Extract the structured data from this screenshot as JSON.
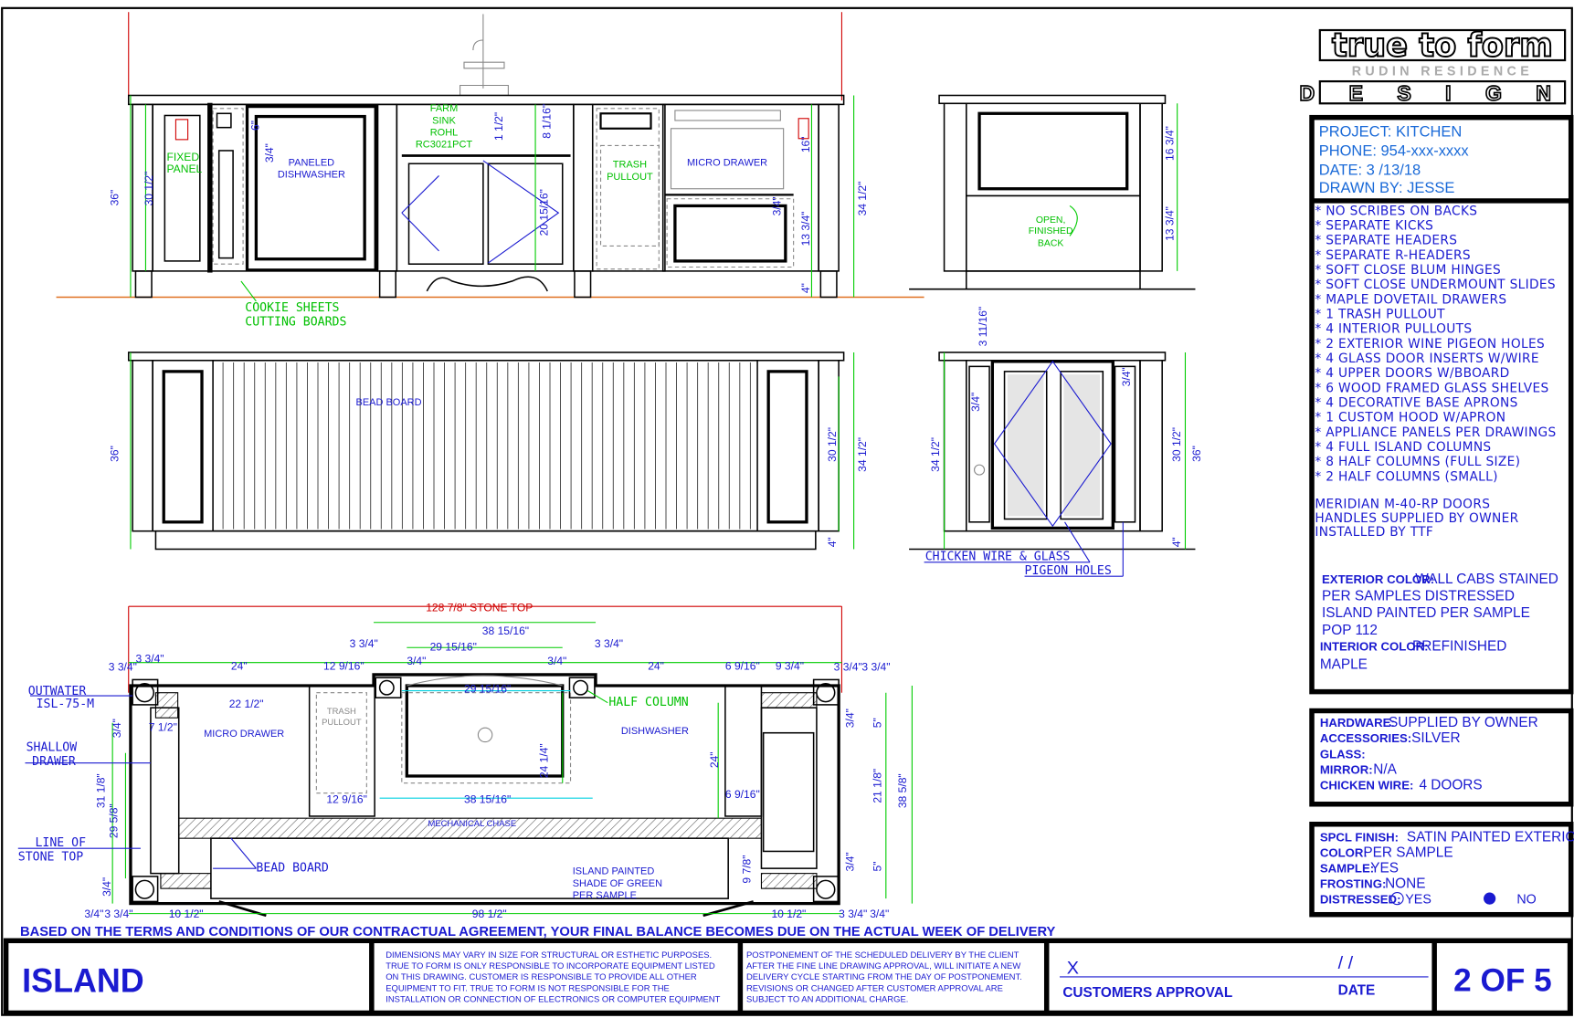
{
  "logo": {
    "line1": "true to form",
    "line2": "RUDIN RESIDENCE",
    "line3": "DESIGN"
  },
  "project_info": {
    "project": "PROJECT: KITCHEN",
    "phone": "PHONE: 954-xxx-xxxx",
    "date": "DATE: 3 /13/18",
    "drawn_by": "DRAWN BY: JESSE"
  },
  "spec_notes": [
    "* NO SCRIBES ON BACKS",
    "* SEPARATE KICKS",
    "* SEPARATE HEADERS",
    "* SEPARATE R-HEADERS",
    "* SOFT CLOSE BLUM HINGES",
    "* SOFT CLOSE UNDERMOUNT SLIDES",
    "* MAPLE DOVETAIL DRAWERS",
    "* 1 TRASH PULLOUT",
    "* 4 INTERIOR PULLOUTS",
    "* 2 EXTERIOR WINE PIGEON HOLES",
    "* 4 GLASS DOOR INSERTS W/WIRE",
    "* 4 UPPER DOORS W/BBOARD",
    "* 6 WOOD FRAMED GLASS SHELVES",
    "* 4 DECORATIVE BASE APRONS",
    "* 1 CUSTOM HOOD W/APRON",
    "* APPLIANCE PANELS PER DRAWINGS",
    "* 4 FULL ISLAND COLUMNS",
    "* 8 HALF COLUMNS (FULL SIZE)",
    "* 2 HALF COLUMNS (SMALL)"
  ],
  "door_notes": [
    "MERIDIAN M-40-RP DOORS",
    "HANDLES SUPPLIED BY OWNER",
    "INSTALLED BY TTF"
  ],
  "colors": {
    "exterior_label": "EXTERIOR COLOR:",
    "exterior_lines": [
      "WALL CABS STAINED",
      "PER SAMPLES DISTRESSED",
      "ISLAND PAINTED PER SAMPLE",
      "POP 112"
    ],
    "interior_label": "INTERIOR COLOR:",
    "interior_lines": [
      "PREFINISHED",
      "MAPLE"
    ]
  },
  "hardware": [
    {
      "label": "HARDWARE:",
      "value": "SUPPLIED  BY  OWNER"
    },
    {
      "label": "ACCESSORIES:",
      "value": "SILVER"
    },
    {
      "label": "GLASS:",
      "value": ""
    },
    {
      "label": "MIRROR:",
      "value": "N/A"
    },
    {
      "label": "CHICKEN WIRE:",
      "value": "4  DOORS"
    }
  ],
  "finish": [
    {
      "label": "SPCL FINISH:",
      "value": "SATIN  PAINTED  EXTERIOR"
    },
    {
      "label": "COLOR:",
      "value": "PER  SAMPLE"
    },
    {
      "label": "SAMPLE:",
      "value": "YES"
    },
    {
      "label": "FROSTING:",
      "value": "NONE"
    }
  ],
  "distressed": {
    "label": "DISTRESSED:",
    "yes": "YES",
    "no": "NO",
    "selected": "NO"
  },
  "footer": {
    "banner": "BASED ON THE TERMS AND CONDITIONS OF OUR CONTRACTUAL AGREEMENT, YOUR FINAL BALANCE BECOMES DUE ON THE ACTUAL WEEK OF DELIVERY",
    "title": "ISLAND",
    "disclaimer1": [
      "DIMENSIONS MAY VARY IN SIZE FOR STRUCTURAL OR ESTHETIC PURPOSES.",
      "TRUE TO FORM IS ONLY RESPONSIBLE TO INCORPORATE EQUIPMENT LISTED",
      "ON THIS DRAWING. CUSTOMER IS RESPONSIBLE TO PROVIDE ALL OTHER",
      "EQUIPMENT TO FIT.  TRUE TO FORM IS NOT RESPONSIBLE FOR THE",
      "INSTALLATION OR CONNECTION OF ELECTRONICS OR COMPUTER EQUIPMENT"
    ],
    "disclaimer2": [
      "POSTPONEMENT OF THE SCHEDULED DELIVERY BY THE CLIENT",
      "AFTER THE FINE LINE DRAWING APPROVAL, WILL INITIATE A NEW",
      "DELIVERY CYCLE STARTING FROM THE DAY OF POSTPONEMENT.",
      "REVISIONS OR CHANGED AFTER CUSTOMER APPROVAL ARE",
      "SUBJECT TO AN ADDITIONAL CHARGE."
    ],
    "signature_mark": "X",
    "date_slashes": "/      /",
    "approval_label": "CUSTOMERS APPROVAL",
    "date_label": "DATE",
    "page": "2 OF 5"
  },
  "elevation_front": {
    "fixed_panel": [
      "FIXED",
      "PANEL"
    ],
    "dishwasher": [
      "PANELED",
      "DISHWASHER"
    ],
    "sink": [
      "FARM",
      "SINK",
      "ROHL",
      "RC3021PCT"
    ],
    "trash": [
      "TRASH",
      "PULLOUT"
    ],
    "micro": "MICRO DRAWER",
    "callout": [
      "COOKIE  SHEETS",
      "CUTTING  BOARDS"
    ],
    "dims": [
      "36\"",
      "30 1/2\"",
      "6\"",
      "3/4\"",
      "1 1/2\"",
      "8 1/16\"",
      "20 15/16\"",
      "16\"",
      "3/4\"",
      "13 3/4\"",
      "4\"",
      "34 1/2\""
    ]
  },
  "elevation_side": {
    "note": [
      "OPEN,",
      "FINISHED",
      "BACK"
    ],
    "dims": [
      "16 3/4\"",
      "13 3/4\""
    ]
  },
  "elevation_back": {
    "label": "BEAD BOARD",
    "dims": [
      "36\"",
      "30 1/2\"",
      "34 1/2\"",
      "4\""
    ]
  },
  "elevation_side2": {
    "callouts": [
      "CHICKEN  WIRE  &  GLASS",
      "PIGEON  HOLES"
    ],
    "dims": [
      "3 11/16\"",
      "3/4\"",
      "3/4\"",
      "34 1/2\"",
      "30 1/2\"",
      "36\"",
      "4\""
    ]
  },
  "plan": {
    "stone_top": "128 7/8\" STONE TOP",
    "labels": {
      "outwater": [
        "OUTWATER",
        "ISL-75-M"
      ],
      "shallow": [
        "SHALLOW",
        "DRAWER"
      ],
      "line_of_stone": [
        "LINE  OF",
        "STONE  TOP"
      ],
      "bead_board": "BEAD  BOARD",
      "micro": "MICRO DRAWER",
      "trash": [
        "TRASH",
        "PULLOUT"
      ],
      "dishwasher": "DISHWASHER",
      "half_column": "HALF  COLUMN",
      "chase": "MECHANICAL CHASE",
      "painted": [
        "ISLAND PAINTED",
        "SHADE OF GREEN",
        "PER SAMPLE"
      ]
    },
    "dims_top": [
      "3 3/4\"",
      "3 3/4\"",
      "24\"",
      "12 9/16\"",
      "3 3/4\"",
      "3/4\"",
      "29 15/16\"",
      "38 15/16\"",
      "3/4\"",
      "3 3/4\"",
      "24\"",
      "6 9/16\"",
      "9 3/4\"",
      "3 3/4\"",
      "3 3/4\""
    ],
    "dims_inner": [
      "22 1/2\"",
      "7 1/2\"",
      "3/4\"",
      "29 15/16\"",
      "24 1/4\"",
      "12 9/16\"",
      "38 15/16\"",
      "24\"",
      "6 9/16\"",
      "9 7/8\"",
      "31 1/8\"",
      "29 5/8\"",
      "21 1/8\"",
      "38 5/8\"",
      "3/4\"",
      "5\"",
      "3/4\"",
      "5\"",
      "3/4\""
    ],
    "dims_bottom": [
      "3/4\"",
      "3 3/4\"",
      "10 1/2\"",
      "98 1/2\"",
      "10 1/2\"",
      "3 3/4\"",
      "3/4\""
    ]
  }
}
